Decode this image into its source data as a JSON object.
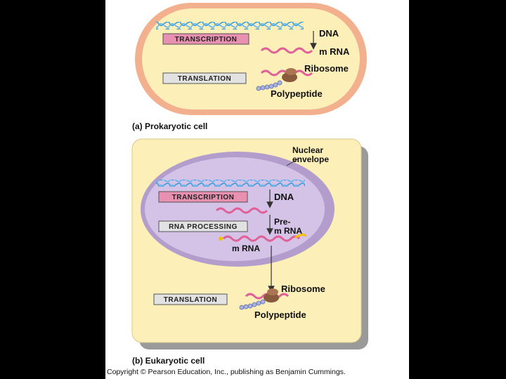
{
  "prokaryote": {
    "steps": [
      "TRANSCRIPTION",
      "TRANSLATION"
    ],
    "dna": "DNA",
    "mrna": "m RNA",
    "ribosome": "Ribosome",
    "polypeptide": "Polypeptide",
    "caption_letter": "(a)",
    "caption": "Prokaryotic cell"
  },
  "eukaryote": {
    "nuclear_envelope": [
      "Nuclear",
      "envelope"
    ],
    "steps": [
      "TRANSCRIPTION",
      "RNA PROCESSING",
      "TRANSLATION"
    ],
    "dna": "DNA",
    "pre_mrna": [
      "Pre-",
      "m RNA"
    ],
    "mrna": "m RNA",
    "ribosome": "Ribosome",
    "polypeptide": "Polypeptide",
    "caption_letter": "(b)",
    "caption": "Eukaryotic cell"
  },
  "copyright": "Copyright © Pearson Education, Inc., publishing as Benjamin Cummings.",
  "colors": {
    "prokaryote_wall": "#f3b08e",
    "cytoplasm": "#fcefb8",
    "nucleus": "#c9b4dd",
    "dna": "#3a9ad9",
    "mrna": "#e0609a",
    "label_box": "#e890b0",
    "ribosome": "#8a5a3c"
  }
}
